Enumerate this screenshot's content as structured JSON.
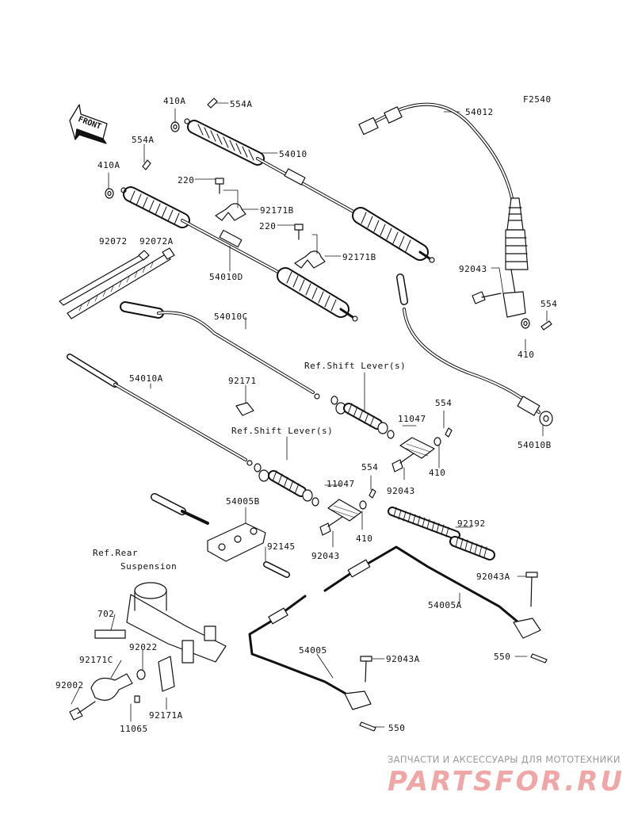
{
  "figure_code": "F2540",
  "front_label": "FRONT",
  "labels": [
    {
      "id": "410A-a",
      "text": "410A"
    },
    {
      "id": "554A-a",
      "text": "554A"
    },
    {
      "id": "554A-b",
      "text": "554A"
    },
    {
      "id": "410A-b",
      "text": "410A"
    },
    {
      "id": "54010",
      "text": "54010"
    },
    {
      "id": "220-a",
      "text": "220"
    },
    {
      "id": "92171B-a",
      "text": "92171B"
    },
    {
      "id": "220-b",
      "text": "220"
    },
    {
      "id": "92171B-b",
      "text": "92171B"
    },
    {
      "id": "92072",
      "text": "92072"
    },
    {
      "id": "92072A",
      "text": "92072A"
    },
    {
      "id": "54010D",
      "text": "54010D"
    },
    {
      "id": "54012",
      "text": "54012"
    },
    {
      "id": "92043-a",
      "text": "92043"
    },
    {
      "id": "554-a",
      "text": "554"
    },
    {
      "id": "410-a",
      "text": "410"
    },
    {
      "id": "54010C",
      "text": "54010C"
    },
    {
      "id": "ref-shift-1",
      "text": "Ref.Shift Lever(s)"
    },
    {
      "id": "92171",
      "text": "92171"
    },
    {
      "id": "54010A",
      "text": "54010A"
    },
    {
      "id": "11047-a",
      "text": "11047"
    },
    {
      "id": "554-b",
      "text": "554"
    },
    {
      "id": "92043-b",
      "text": "92043"
    },
    {
      "id": "410-b",
      "text": "410"
    },
    {
      "id": "54010B",
      "text": "54010B"
    },
    {
      "id": "ref-shift-2",
      "text": "Ref.Shift Lever(s)"
    },
    {
      "id": "554-c",
      "text": "554"
    },
    {
      "id": "11047-b",
      "text": "11047"
    },
    {
      "id": "410-c",
      "text": "410"
    },
    {
      "id": "92043-c",
      "text": "92043"
    },
    {
      "id": "54005B",
      "text": "54005B"
    },
    {
      "id": "92145",
      "text": "92145"
    },
    {
      "id": "92192",
      "text": "92192"
    },
    {
      "id": "ref-rear",
      "text": "Ref.Rear"
    },
    {
      "id": "suspension",
      "text": "Suspension"
    },
    {
      "id": "92043A-a",
      "text": "92043A"
    },
    {
      "id": "54005A",
      "text": "54005A"
    },
    {
      "id": "702",
      "text": "702"
    },
    {
      "id": "92022",
      "text": "92022"
    },
    {
      "id": "92171C",
      "text": "92171C"
    },
    {
      "id": "550-a",
      "text": "550"
    },
    {
      "id": "54005",
      "text": "54005"
    },
    {
      "id": "92043A-b",
      "text": "92043A"
    },
    {
      "id": "92002",
      "text": "92002"
    },
    {
      "id": "92171A",
      "text": "92171A"
    },
    {
      "id": "11065",
      "text": "11065"
    },
    {
      "id": "550-b",
      "text": "550"
    }
  ],
  "watermark": {
    "small": "ЗАПЧАСТИ И АКСЕССУАРЫ ДЛЯ МОТОТЕХНИКИ",
    "big": "PARTSFOR.RU"
  }
}
